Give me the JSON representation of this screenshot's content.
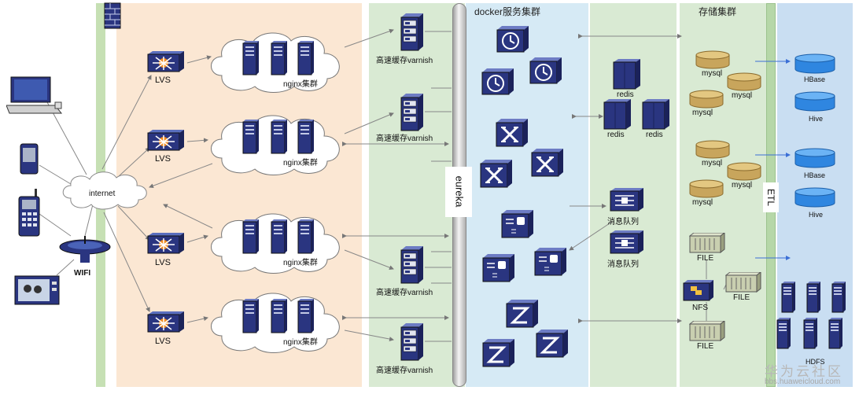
{
  "zones": {
    "docker_title": "docker服务集群",
    "storage_title": "存储集群",
    "eureka": "eureka",
    "etl": "ETL"
  },
  "internet": "internet",
  "wifi": "WIFI",
  "lvs": [
    "LVS",
    "LVS",
    "LVS",
    "LVS"
  ],
  "nginx": [
    "nginx集群",
    "nginx集群",
    "nginx集群",
    "nginx集群"
  ],
  "varnish": [
    "高速缓存varnish",
    "高速缓存varnish",
    "高速缓存varnish",
    "高速缓存varnish"
  ],
  "redis": [
    "redis",
    "redis",
    "redis"
  ],
  "mq": [
    "消息队列",
    "消息队列"
  ],
  "mysql": [
    "mysql",
    "mysql",
    "mysql",
    "mysql",
    "mysql",
    "mysql"
  ],
  "file": [
    "FILE",
    "FILE",
    "FILE"
  ],
  "nfs": "NFS",
  "hbase": [
    "HBase",
    "HBase"
  ],
  "hive": [
    "Hive",
    "Hive"
  ],
  "hdfs": "HDFS",
  "watermark": {
    "title": "华为云社区",
    "url": "bbs.huaweicloud.com"
  },
  "colors": {
    "orange_zone": "#fbe7d3",
    "green_zone": "#d9ead3",
    "blue_zone": "#d6eaf5",
    "storage_blue": "#c9def2",
    "icon_navy": "#2a3580"
  }
}
